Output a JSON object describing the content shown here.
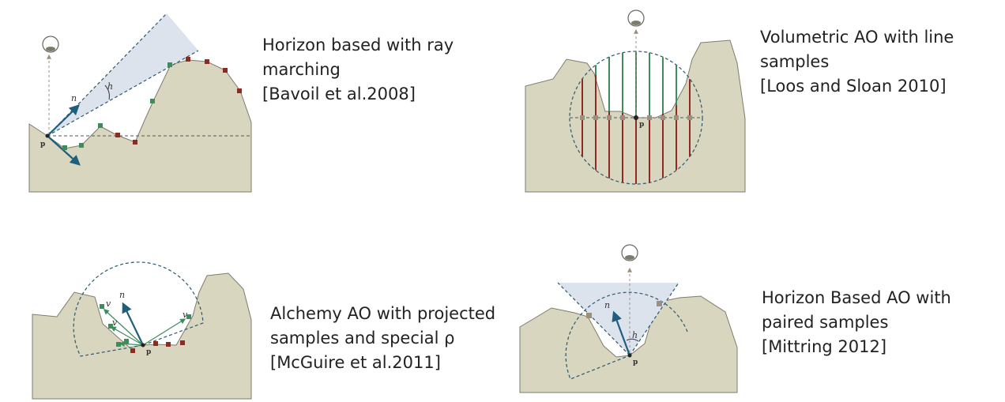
{
  "panels": [
    {
      "id": "horizon-raymarch",
      "caption": [
        "Horizon based with ray",
        "marching",
        "[Bavoil et al.2008]"
      ],
      "labels": {
        "normal": "n",
        "angle": "h",
        "point": "p"
      }
    },
    {
      "id": "volumetric-line",
      "caption": [
        "Volumetric AO with line",
        "samples",
        "[Loos and Sloan 2010]"
      ],
      "labels": {
        "point": "p"
      }
    },
    {
      "id": "alchemy",
      "caption": [
        "Alchemy AO with projected",
        "samples and special ρ",
        "[McGuire et al.2011]"
      ],
      "labels": {
        "normal": "n",
        "vector": "v",
        "point": "p"
      }
    },
    {
      "id": "paired",
      "caption": [
        "Horizon Based AO with",
        "paired samples",
        "[Mittring 2012]"
      ],
      "labels": {
        "normal": "n",
        "angle": "h",
        "point": "p"
      }
    }
  ],
  "colors": {
    "terrain": "#d8d6bf",
    "terrain_edge": "#7d7c6c",
    "sample_green": "#3e8c5c",
    "sample_red": "#8e2a22",
    "sample_gray": "#9c8f80",
    "normal_arrow": "#1f5f7d",
    "dashed": "#2c5770",
    "cone": "#dde3ec"
  },
  "icons": [
    "eye-icon"
  ]
}
